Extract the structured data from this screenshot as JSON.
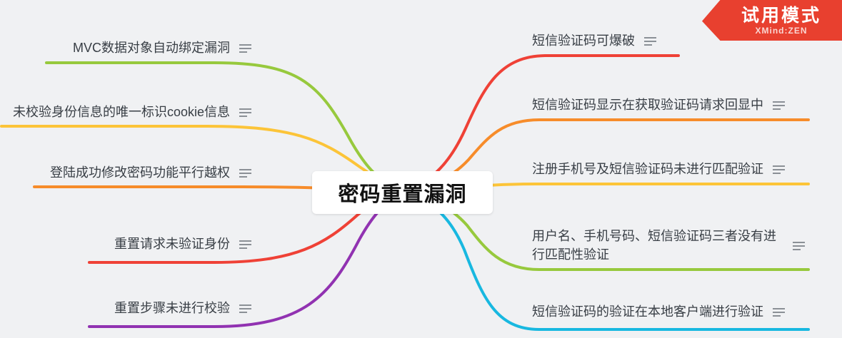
{
  "app": {
    "badge_title": "试用模式",
    "badge_brand": "XMind:ZEN"
  },
  "center": {
    "label": "密码重置漏洞"
  },
  "icons": {
    "notes": "notes-lines-icon"
  },
  "topics": {
    "left": [
      {
        "label": "MVC数据对象自动绑定漏洞",
        "color": "#97c93d"
      },
      {
        "label": "未校验身份信息的唯一标识cookie信息",
        "color": "#fcc438"
      },
      {
        "label": "登陆成功修改密码功能平行越权",
        "color": "#f78c2a"
      },
      {
        "label": "重置请求未验证身份",
        "color": "#ef4136"
      },
      {
        "label": "重置步骤未进行校验",
        "color": "#9132b1"
      }
    ],
    "right": [
      {
        "label": "短信验证码可爆破",
        "color": "#ef4136"
      },
      {
        "label": "短信验证码显示在获取验证码请求回显中",
        "color": "#f78c2a"
      },
      {
        "label": "注册手机号及短信验证码未进行匹配验证",
        "color": "#fcc438"
      },
      {
        "label": "用户名、手机号码、短信验证码三者没有进行匹配性验证",
        "color": "#97c93d"
      },
      {
        "label": "短信验证码的验证在本地客户端进行验证",
        "color": "#18b8e0"
      }
    ]
  }
}
